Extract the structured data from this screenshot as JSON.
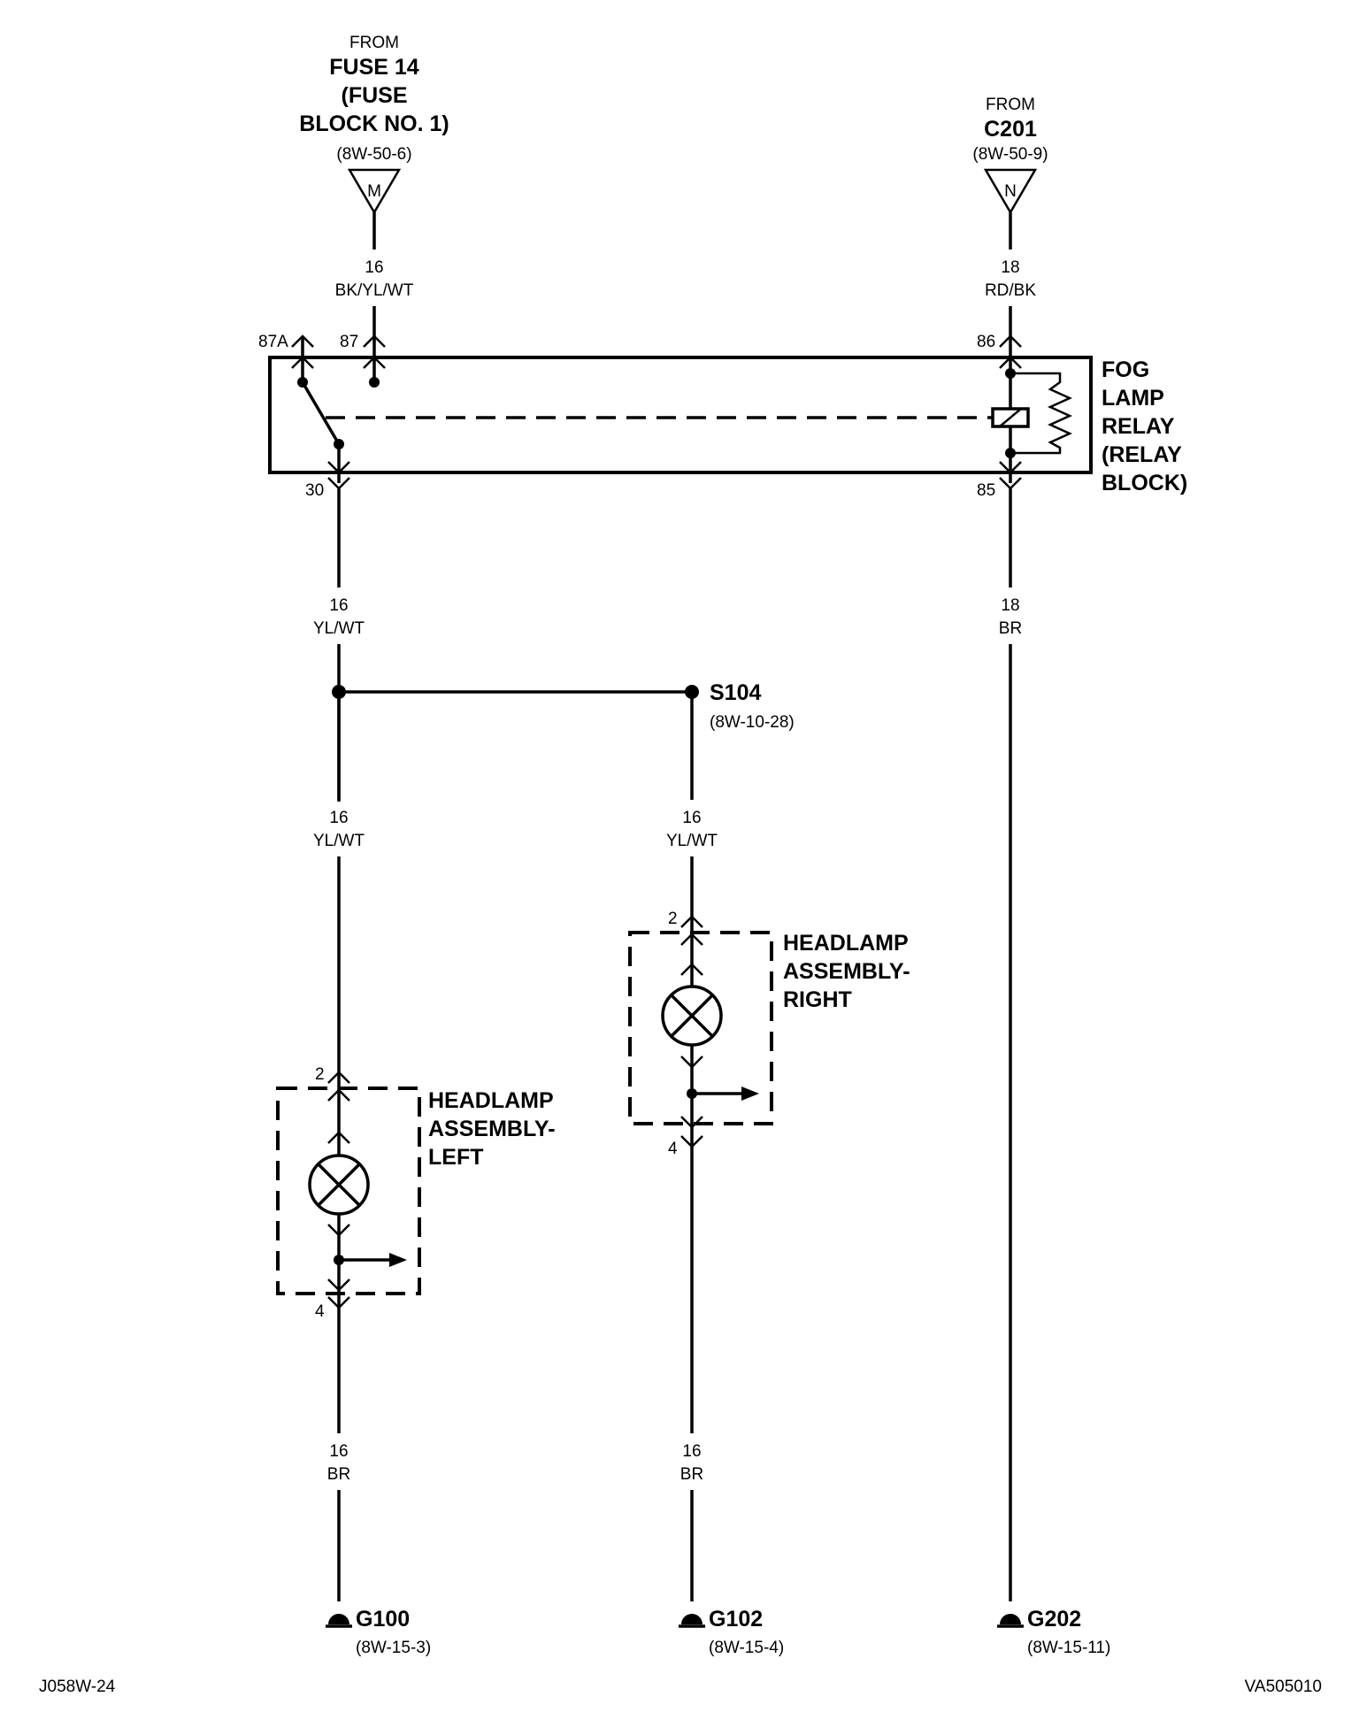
{
  "source": {
    "fuse": {
      "from": "FROM",
      "line1": "FUSE 14",
      "line2": "(FUSE",
      "line3": "BLOCK NO. 1)",
      "ref": "(8W-50-6)",
      "tag": "M"
    },
    "c201": {
      "from": "FROM",
      "name": "C201",
      "ref": "(8W-50-9)",
      "tag": "N"
    }
  },
  "wires": {
    "fuse_in": {
      "gauge": "16",
      "color": "BK/YL/WT"
    },
    "c201_in": {
      "gauge": "18",
      "color": "RD/BK"
    },
    "out_30": {
      "gauge": "16",
      "color": "YL/WT"
    },
    "out_85": {
      "gauge": "18",
      "color": "BR"
    },
    "left_feed": {
      "gauge": "16",
      "color": "YL/WT"
    },
    "right_feed": {
      "gauge": "16",
      "color": "YL/WT"
    },
    "left_gnd": {
      "gauge": "16",
      "color": "BR"
    },
    "right_gnd": {
      "gauge": "16",
      "color": "BR"
    }
  },
  "relay": {
    "label": [
      "FOG",
      "LAMP",
      "RELAY",
      "(RELAY",
      "BLOCK)"
    ],
    "pins": {
      "p87a": "87A",
      "p87": "87",
      "p86": "86",
      "p30": "30",
      "p85": "85"
    }
  },
  "splice": {
    "name": "S104",
    "ref": "(8W-10-28)"
  },
  "headlamp_left": {
    "label": [
      "HEADLAMP",
      "ASSEMBLY-",
      "LEFT"
    ],
    "pin_top": "2",
    "pin_bottom": "4"
  },
  "headlamp_right": {
    "label": [
      "HEADLAMP",
      "ASSEMBLY-",
      "RIGHT"
    ],
    "pin_top": "2",
    "pin_bottom": "4"
  },
  "grounds": [
    {
      "name": "G100",
      "ref": "(8W-15-3)"
    },
    {
      "name": "G102",
      "ref": "(8W-15-4)"
    },
    {
      "name": "G202",
      "ref": "(8W-15-11)"
    }
  ],
  "footer": {
    "left": "J058W-24",
    "right": "VA505010"
  }
}
